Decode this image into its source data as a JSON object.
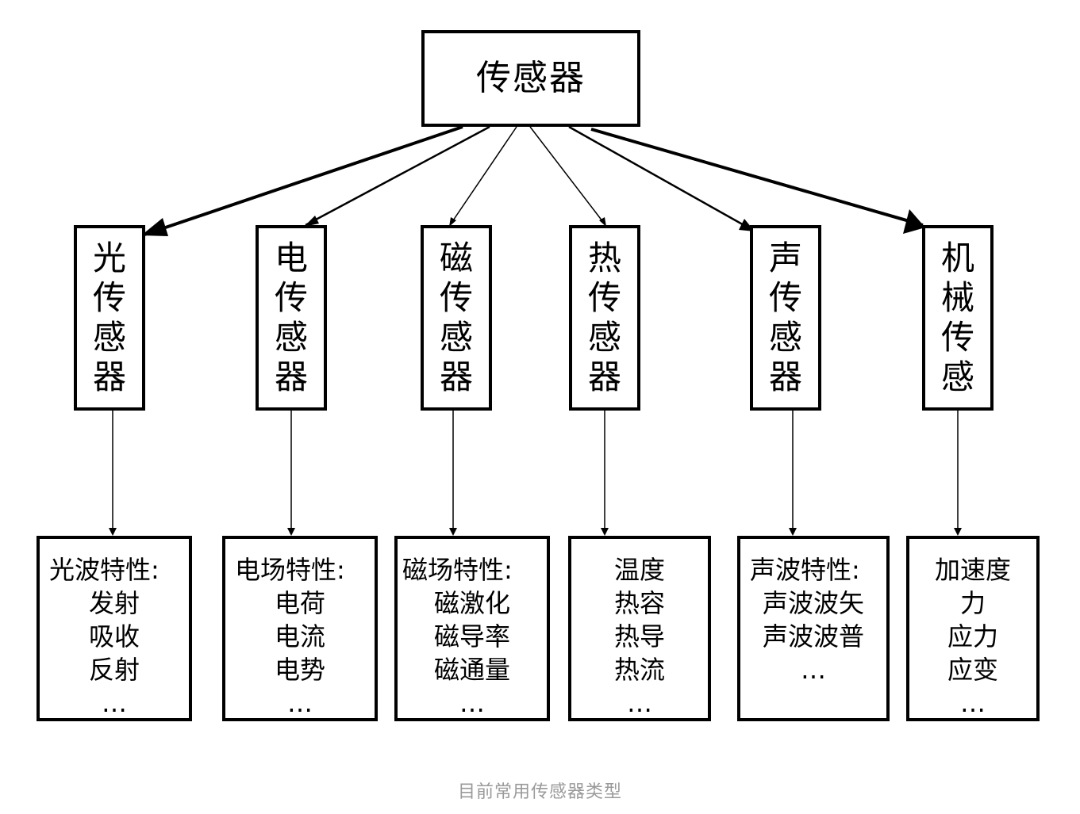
{
  "root": {
    "label": "传感器"
  },
  "categories": [
    {
      "label": "光传感器",
      "details": {
        "heading": "光波特性:",
        "items": [
          "发射",
          "吸收",
          "反射",
          "…"
        ]
      }
    },
    {
      "label": "电传感器",
      "details": {
        "heading": "电场特性:",
        "items": [
          "电荷",
          "电流",
          "电势",
          "…"
        ]
      }
    },
    {
      "label": "磁传感器",
      "details": {
        "heading": "磁场特性:",
        "items": [
          "磁激化",
          "磁导率",
          "磁通量",
          "…"
        ]
      }
    },
    {
      "label": "热传感器",
      "details": {
        "heading": "",
        "items": [
          "温度",
          "热容",
          "热导",
          "热流",
          "…"
        ]
      }
    },
    {
      "label": "声传感器",
      "details": {
        "heading": "声波特性:",
        "items": [
          "声波波矢",
          "声波波普",
          "…"
        ]
      }
    },
    {
      "label": "机械传感",
      "details": {
        "heading": "",
        "items": [
          "加速度",
          "力",
          "应力",
          "应变",
          "…"
        ]
      }
    }
  ],
  "caption": "目前常用传感器类型"
}
